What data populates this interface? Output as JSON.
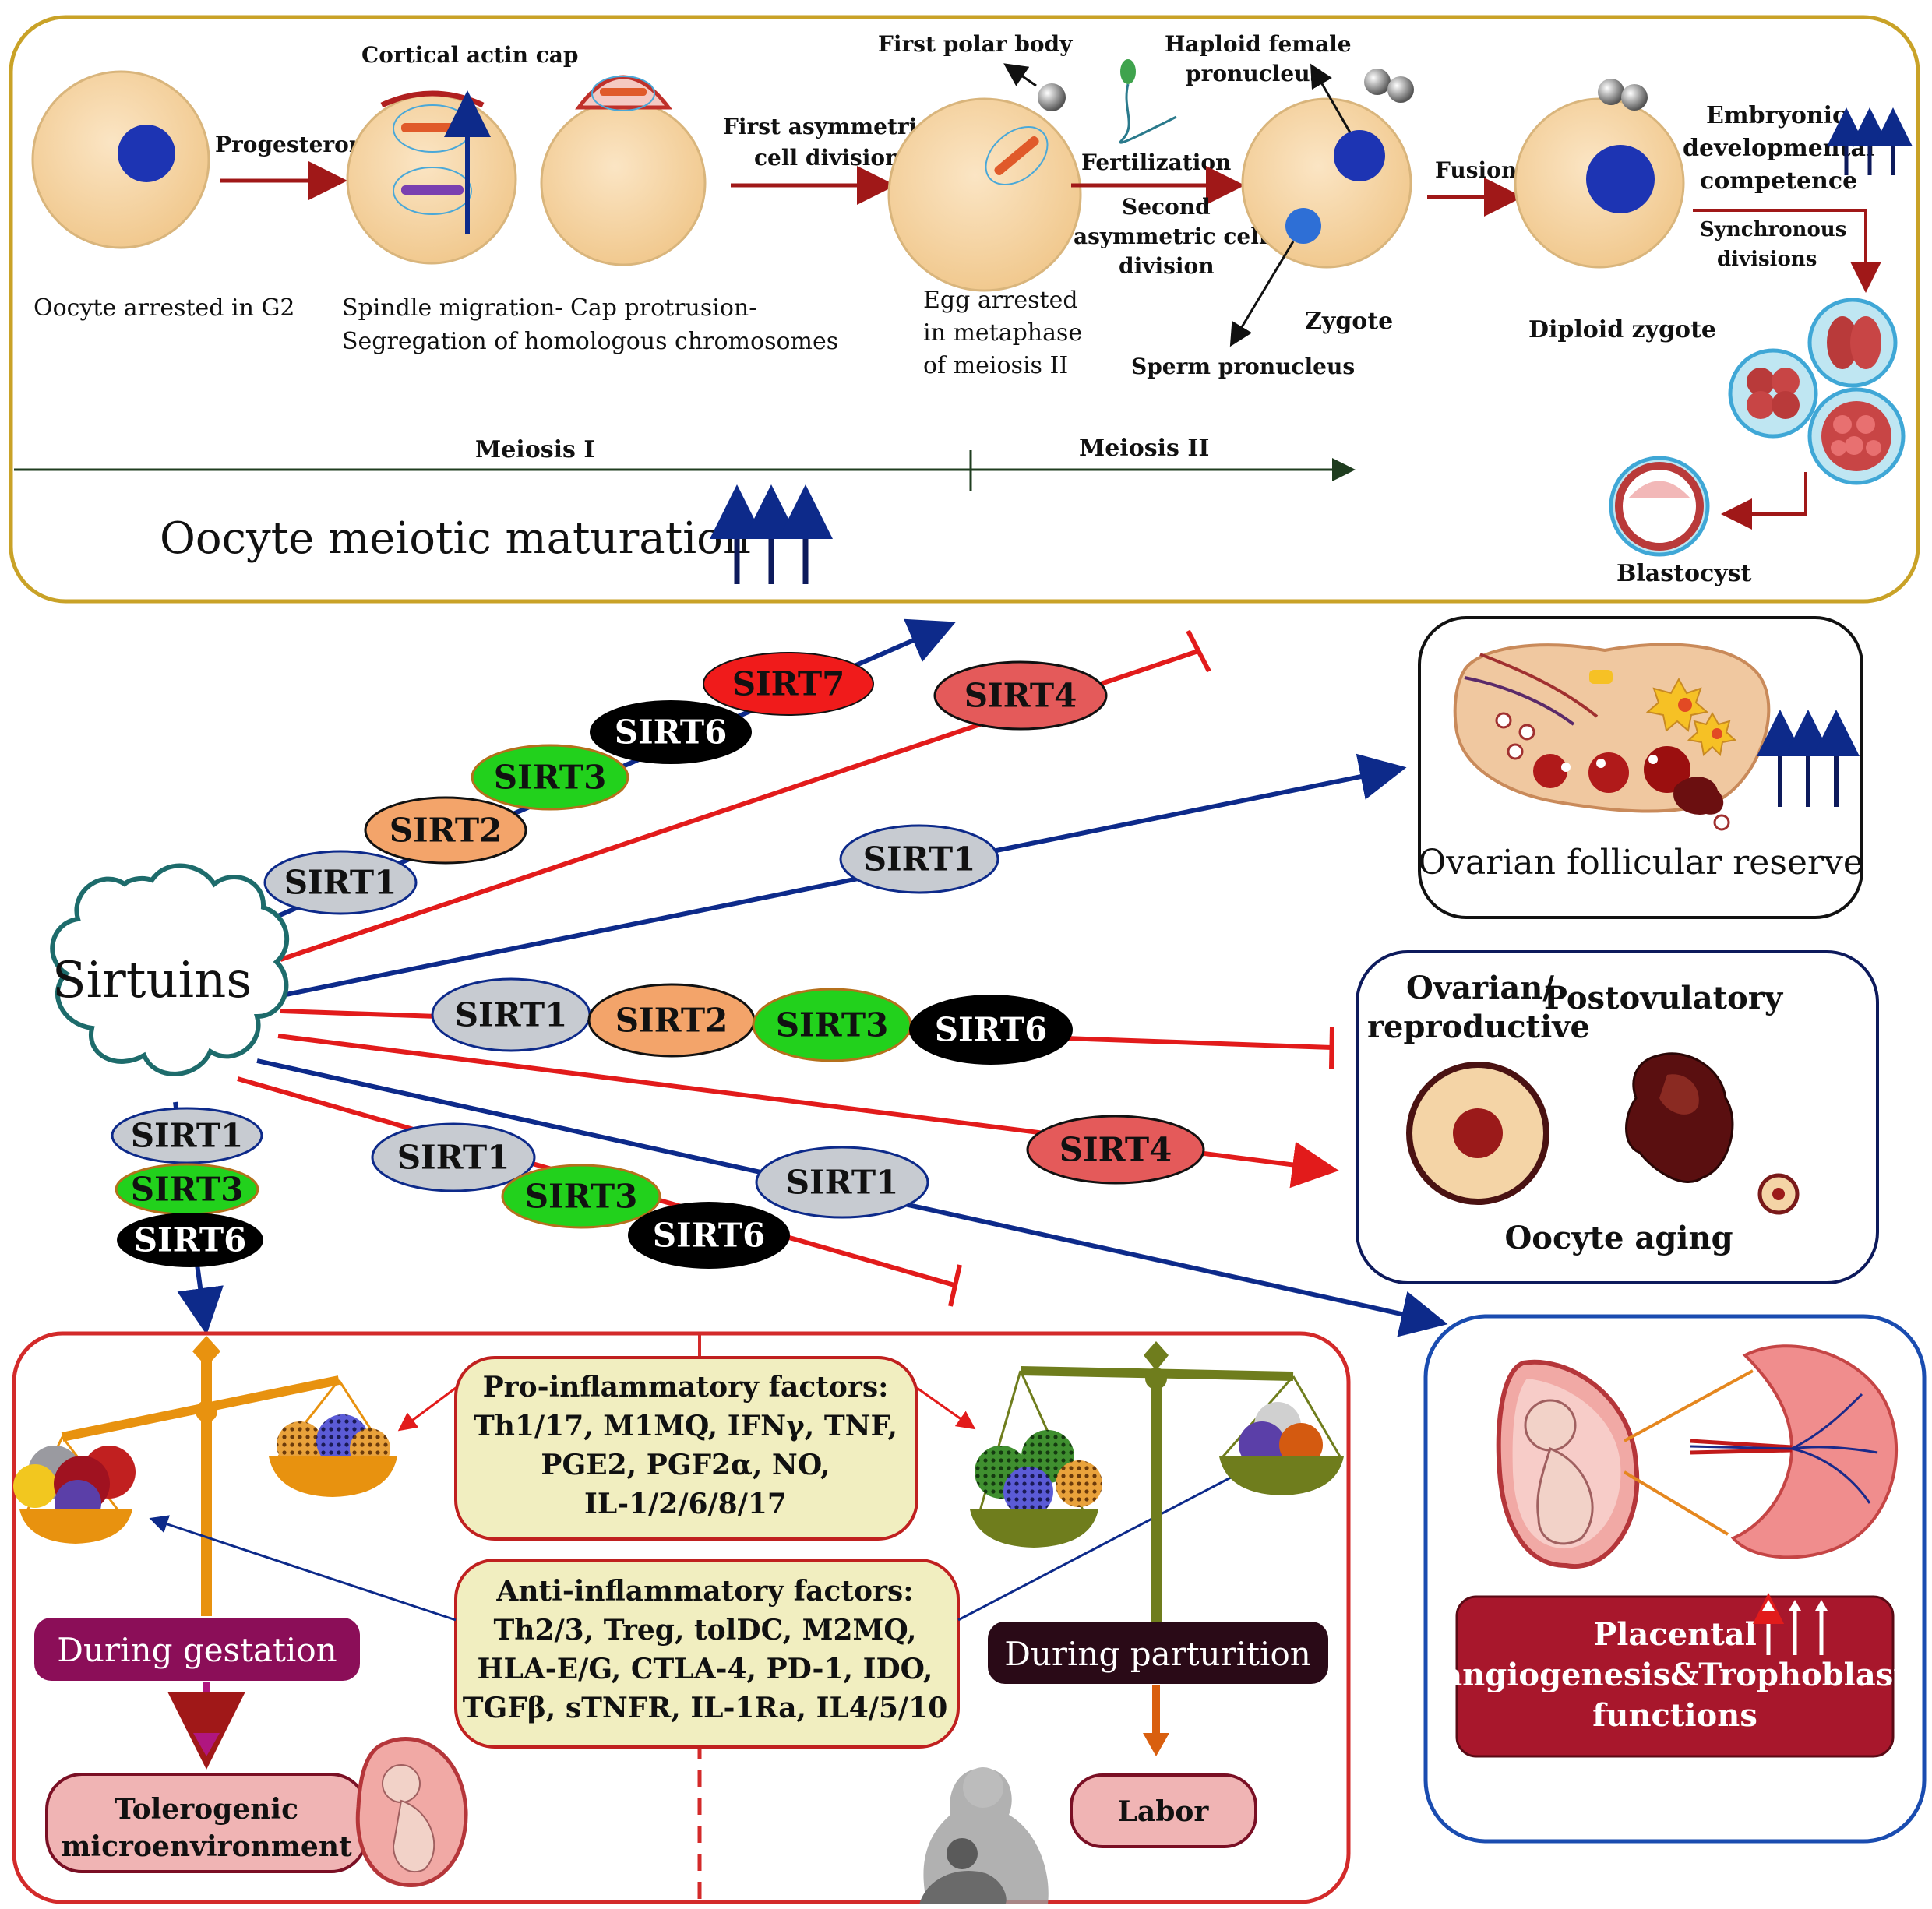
{
  "top": {
    "stages": {
      "oocyte_g2": "Oocyte arrested in G2",
      "progesterone": "Progesterone",
      "cortical_actin_cap": "Cortical actin cap",
      "spindle_line1": "Spindle migration- Cap protrusion-",
      "spindle_line2": "Segregation of homologous chromosomes",
      "first_division_line1": "First asymmetric",
      "first_division_line2": "cell division",
      "first_polar_body": "First polar body",
      "egg_line1": "Egg arrested",
      "egg_line2": "in metaphase",
      "egg_line3": "of meiosis II",
      "fertilization": "Fertilization",
      "second_line1": "Second",
      "second_line2": "asymmetric cell",
      "second_line3": "division",
      "haploid_line1": "Haploid female",
      "haploid_line2": "pronucleus",
      "zygote": "Zygote",
      "sperm_pronucleus": "Sperm pronucleus",
      "fusion": "Fusion",
      "diploid_zygote": "Diploid zygote",
      "embryonic_line1": "Embryonic",
      "embryonic_line2": "developmental",
      "embryonic_line3": "competence",
      "sync_line1": "Synchronous",
      "sync_line2": "divisions",
      "blastocyst": "Blastocyst"
    },
    "meiosis1": "Meiosis I",
    "meiosis2": "Meiosis II",
    "title": "Oocyte meiotic maturation"
  },
  "center": {
    "label": "Sirtuins",
    "pills": {
      "r1": [
        "SIRT1",
        "SIRT2",
        "SIRT3",
        "SIRT6",
        "SIRT7"
      ],
      "r2": [
        "SIRT4"
      ],
      "r3": [
        "SIRT1"
      ],
      "r4": [
        "SIRT1",
        "SIRT2",
        "SIRT3",
        "SIRT6"
      ],
      "r5": [
        "SIRT4"
      ],
      "r6": [
        "SIRT1",
        "SIRT3",
        "SIRT6"
      ],
      "r7": [
        "SIRT1"
      ],
      "r8": [
        "SIRT1",
        "SIRT3",
        "SIRT6"
      ]
    }
  },
  "right": {
    "follicular_reserve": "Ovarian follicular reserve",
    "ovarian_line1": "Ovarian/",
    "ovarian_line2": "reproductive",
    "postovulatory": "Postovulatory",
    "oocyte_aging": "Oocyte aging",
    "placental_line1": "Placental",
    "placental_line2": "angiogenesis&Trophoblast",
    "placental_line3": "functions"
  },
  "bottom": {
    "pro_title": "Pro-inflammatory factors:",
    "pro_line1": "Th1/17, M1MQ, IFNγ, TNF,",
    "pro_line2": "PGE2, PGF2α, NO,",
    "pro_line3": "IL-1/2/6/8/17",
    "anti_title": "Anti-inflammatory factors:",
    "anti_line1": "Th2/3, Treg, tolDC, M2MQ,",
    "anti_line2": "HLA-E/G, CTLA-4, PD-1, IDO,",
    "anti_line3": "TGFβ, sTNFR, IL-1Ra, IL4/5/10",
    "during_gestation": "During gestation",
    "during_parturition": "During parturition",
    "tolerogenic_line1": "Tolerogenic",
    "tolerogenic_line2": "microenvironment",
    "labor": "Labor"
  },
  "colors": {
    "frame_gold": "#c9a227",
    "oocyte_fill": "#f7d7a8",
    "nucleus_blue": "#1d34b3",
    "inhibit_red": "#e21b1b",
    "activate_blue": "#0d2a8a",
    "sirt_grey": "#c7cbd1",
    "sirt_orange": "#f3a46a",
    "sirt_green": "#22d11c",
    "sirt_black": "#000000",
    "sirt_red": "#f01b1b",
    "sirt4_salmon": "#e45a5a",
    "gestation_purple": "#8b0e58",
    "parturition_dark": "#2a0a17",
    "placental_red": "#a8172c"
  }
}
